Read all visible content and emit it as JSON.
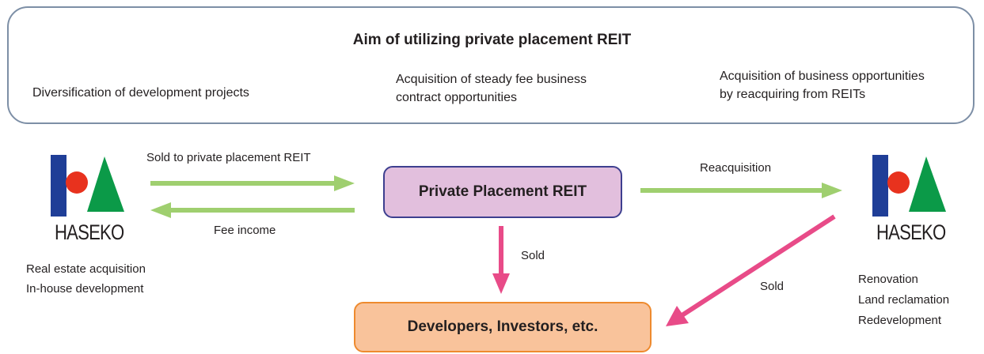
{
  "aims": {
    "title": "Aim of utilizing private placement REIT",
    "items": [
      "Diversification of development projects",
      "Acquisition of steady fee business\ncontract opportunities",
      "Acquisition of business opportunities\nby reacquiring from REITs"
    ]
  },
  "logos": {
    "left_word": "HASEKO",
    "right_word": "HASEKO"
  },
  "boxes": {
    "reit": "Private Placement REIT",
    "developers": "Developers, Investors, etc."
  },
  "flows": {
    "sold_to_reit": "Sold to private placement REIT",
    "fee_income": "Fee income",
    "reacquisition": "Reacquisition",
    "sold_center": "Sold",
    "sold_right": "Sold"
  },
  "left_activities": [
    "Real estate acquisition",
    "In-house development"
  ],
  "right_activities": [
    "Renovation",
    "Land reclamation",
    "Redevelopment"
  ],
  "colors": {
    "green_arrow": "#9fcf6f",
    "pink_arrow": "#e84b88",
    "logo_blue": "#1f3e97",
    "logo_red": "#e8321e",
    "logo_green": "#0b9a48",
    "reit_fill": "#e2bfdd",
    "dev_fill": "#f9c39b"
  }
}
